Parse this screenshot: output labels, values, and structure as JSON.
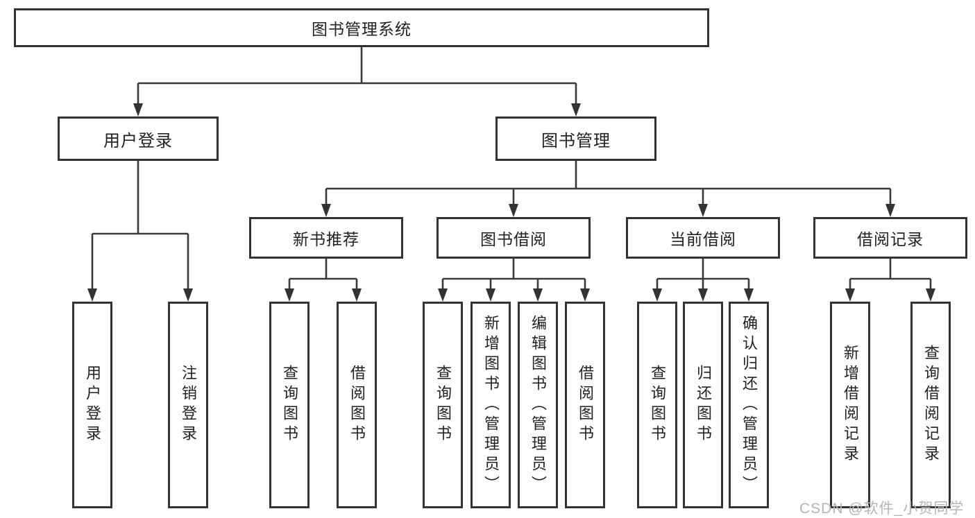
{
  "tree": {
    "root": "图书管理系统",
    "branches": [
      {
        "label": "用户登录",
        "children": [
          "用户登录",
          "注销登录"
        ]
      },
      {
        "label": "图书管理",
        "sections": [
          {
            "label": "新书推荐",
            "children": [
              "查询图书",
              "借阅图书"
            ]
          },
          {
            "label": "图书借阅",
            "children": [
              "查询图书",
              "新增图书（管理员）",
              "编辑图书（管理员）",
              "借阅图书"
            ]
          },
          {
            "label": "当前借阅",
            "children": [
              "查询图书",
              "归还图书",
              "确认归还（管理员）"
            ]
          },
          {
            "label": "借阅记录",
            "children": [
              "新增借阅记录",
              "查询借阅记录"
            ]
          }
        ]
      }
    ]
  },
  "watermark": "CSDN @软件_小贺同学",
  "colors": {
    "line": "#3a3a3a",
    "box_border": "#333333",
    "text": "#212121",
    "watermark": "#b5b5b5",
    "background": "#ffffff"
  }
}
